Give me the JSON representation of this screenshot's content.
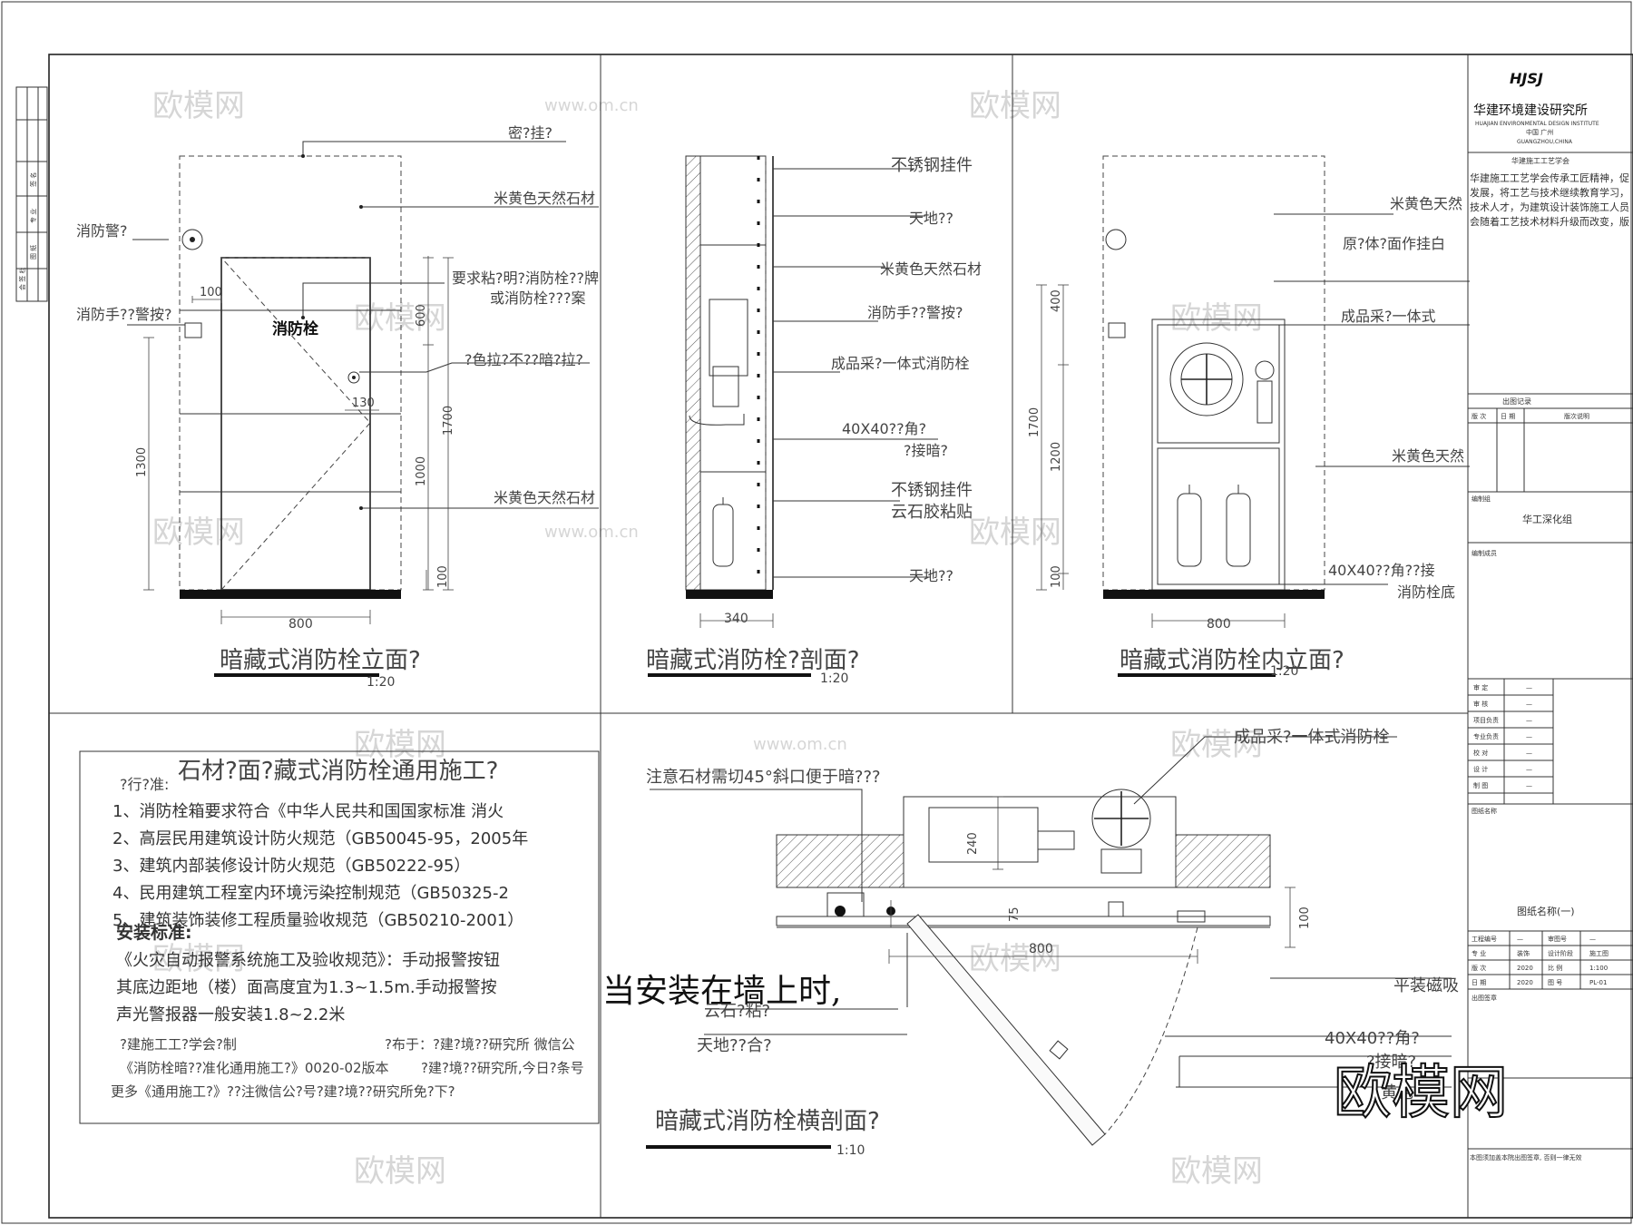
{
  "title_block": {
    "logo": "HJSJ",
    "org_cn": "华建环境建设研究所",
    "org_en": "HUAJIAN ENVIRONMENTAL DESIGN INSTITUTE",
    "loc_cn": "中国 广州",
    "loc_en": "GUANGZHOU,CHINA",
    "society": "华建施工工艺学会",
    "intro": [
      "华建施工工艺学会传承工匠精神，促",
      "发展，将工艺与技术继续教育学习，",
      "技术人才，为建筑设计装饰施工人员",
      "会随着工艺技术材料升级而改变，版"
    ],
    "record_title": "出图记录",
    "record_cols": [
      "版 次",
      "日 期",
      "版次说明"
    ],
    "compiler_label": "编制组",
    "compiler_value": "华工深化组",
    "members_label": "编制成员",
    "roles": [
      {
        "label": "审 定",
        "value": "—"
      },
      {
        "label": "审 核",
        "value": "—"
      },
      {
        "label": "项目负责",
        "value": "—"
      },
      {
        "label": "专业负责",
        "value": "—"
      },
      {
        "label": "校 对",
        "value": "—"
      },
      {
        "label": "设 计",
        "value": "—"
      },
      {
        "label": "制 图",
        "value": "—"
      }
    ],
    "drawing_name_label": "图纸名称",
    "drawing_name": "图纸名称(一)",
    "info_rows": [
      [
        "工程编号",
        "—",
        "审图号",
        "—"
      ],
      [
        "专 业",
        "装饰",
        "设计阶段",
        "施工图"
      ],
      [
        "版 次",
        "2020",
        "比 例",
        "1:100"
      ],
      [
        "日 期",
        "2020",
        "图 号",
        "PL-01"
      ]
    ],
    "stamp_label": "出图签章",
    "footer": "本图须加盖本院出图签章, 否则一律无效"
  },
  "left_margin": {
    "labels": [
      "会 签 栏",
      "图 纸",
      "专 业",
      "签 名"
    ]
  },
  "views": {
    "v1": {
      "title": "暗藏式消防栓立面?",
      "scale": "1:20",
      "labels": {
        "top": "密?挂?",
        "stone1": "米黄色天然石材",
        "alarm_bell": "消防警?",
        "sign_note1": "要求粘?明?消防栓??牌",
        "sign_note2": "或消防栓???案",
        "hand_alarm": "消防手??警按?",
        "hydrant": "消防栓",
        "handle": "?色拉?不??暗?拉?",
        "stone2": "米黄色天然石材"
      },
      "dims": {
        "d100": "100",
        "d600": "600",
        "d130": "130",
        "d1700": "1700",
        "d1000": "1000",
        "d1300": "1300",
        "d100b": "100",
        "d800": "800"
      }
    },
    "v2": {
      "title": "暗藏式消防栓?剖面?",
      "scale": "1:20",
      "labels": {
        "l1": "不锈钢挂件",
        "l2": "天地??",
        "l3": "米黄色天然石材",
        "l4": "消防手??警按?",
        "l5": "成品采?一体式消防栓",
        "l6a": "40X40??角?",
        "l6b": "?接暗?",
        "l7a": "不锈钢挂件",
        "l7b": "云石胶粘贴",
        "l8": "天地??"
      },
      "dims": {
        "d340": "340"
      }
    },
    "v3": {
      "title": "暗藏式消防栓内立面?",
      "scale": "1:20",
      "labels": {
        "l1": "米黄色天然",
        "l2": "原?体?面作挂白",
        "l3": "成品采?一体式",
        "l4": "米黄色天然",
        "l5a": "40X40??角??接",
        "l5b": "消防栓底"
      },
      "dims": {
        "d400": "400",
        "d1700": "1700",
        "d1200": "1200",
        "d100": "100",
        "d800": "800"
      }
    },
    "notes": {
      "title": "石材?面?藏式消防栓通用施工?",
      "spec_head": "?行?准:",
      "specs": [
        "1、消防栓箱要求符合《中华人民共和国国家标准 消火",
        "2、高层民用建筑设计防火规范（GB50045-95，2005年",
        "3、建筑内部装修设计防火规范（GB50222-95）",
        "4、民用建筑工程室内环境污染控制规范（GB50325-2",
        "5、建筑装饰装修工程质量验收规范（GB50210-2001）"
      ],
      "install_head": "安装标准:",
      "install": [
        "《火灾自动报警系统施工及验收规范》：手动报警按钮",
        "其底边距地（楼）面高度宜为1.3~1.5m.手动报警按",
        "声光警报器一般安装1.8~2.2米"
      ],
      "big_text": "当安装在墙上时,",
      "footer_left1": "?建施工工?学会?制",
      "footer_right1": "?布于：?建?境??研究所 微信公",
      "footer_left2": "《消防栓暗??准化通用施工?》0020-02版本",
      "footer_right2": "?建?境??研究所,今日?条号",
      "footer3": "更多《通用施工?》??注微信公?号?建?境??研究所免?下?"
    },
    "v4": {
      "title": "暗藏式消防栓横剖面?",
      "scale": "1:10",
      "labels": {
        "l1": "成品采?一体式消防栓",
        "l2": "注意石材需切45°斜口便于暗???",
        "l3": "平装磁吸",
        "l4": "云石?粘?",
        "l5": "天地??合?",
        "l6a": "40X40??角?",
        "l6b": "?接暗?",
        "l7": "黄色"
      },
      "dims": {
        "d240": "240",
        "d75": "75",
        "d100": "100",
        "d800": "800"
      }
    }
  },
  "watermarks": [
    "欧模网",
    "www.om.cn"
  ],
  "brand": "欧模网"
}
